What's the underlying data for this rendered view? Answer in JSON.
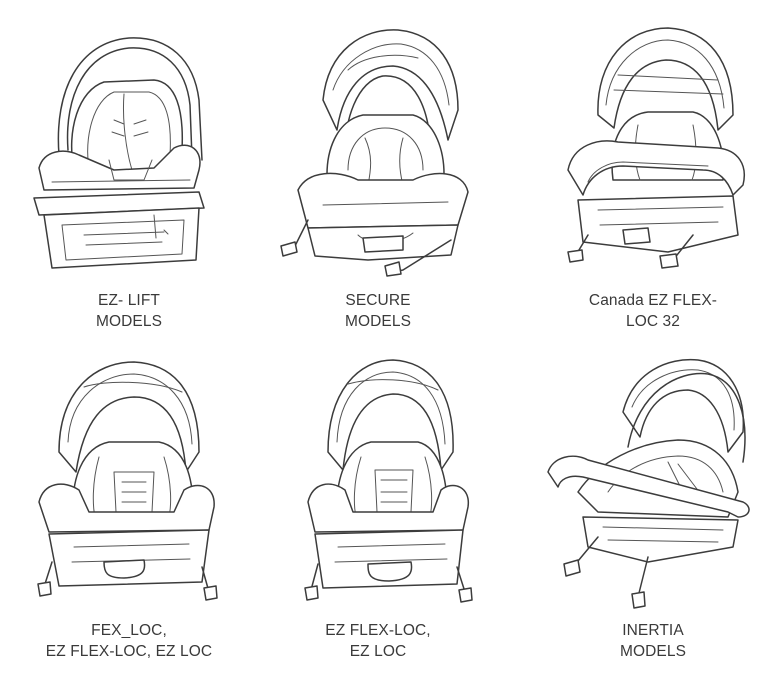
{
  "products": [
    {
      "lines": [
        "EZ- LIFT",
        "MODELS"
      ],
      "illustration": "ez-lift-car-seat-drawing"
    },
    {
      "lines": [
        "SECURE",
        "MODELS"
      ],
      "illustration": "secure-car-seat-drawing"
    },
    {
      "lines": [
        "Canada EZ FLEX-",
        "LOC 32"
      ],
      "illustration": "canada-ez-flex-loc-32-car-seat-drawing"
    },
    {
      "lines": [
        "FEX_LOC,",
        "EZ FLEX-LOC, EZ LOC"
      ],
      "illustration": "fex-loc-car-seat-drawing"
    },
    {
      "lines": [
        "EZ FLEX-LOC,",
        "EZ LOC"
      ],
      "illustration": "ez-flex-loc-car-seat-drawing"
    },
    {
      "lines": [
        "INERTIA",
        "MODELS"
      ],
      "illustration": "inertia-car-seat-drawing"
    }
  ],
  "colors": {
    "line_art": "#3c3c3c",
    "caption_text": "#3a3a3a",
    "background": "#ffffff"
  }
}
